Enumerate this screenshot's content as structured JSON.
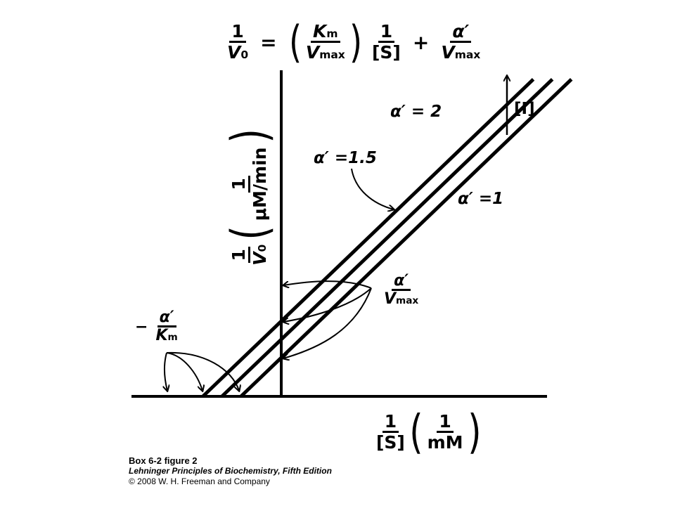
{
  "equation": {
    "lhs_num": "1",
    "lhs_den_main": "V",
    "lhs_den_sub": "0",
    "equals": "=",
    "t1_num_main": "K",
    "t1_num_sub": "m",
    "t1_den_main": "V",
    "t1_den_sub": "max",
    "t2_num": "1",
    "t2_den": "[S]",
    "plus": "+",
    "t3_num": "α′",
    "t3_den_main": "V",
    "t3_den_sub": "max"
  },
  "yaxis": {
    "num": "1",
    "den_main": "V",
    "den_sub": "0",
    "unit_num": "1",
    "unit_den": "μM/min"
  },
  "xaxis": {
    "num": "1",
    "den": "[S]",
    "unit_num": "1",
    "unit_den": "mM"
  },
  "annotations": {
    "alpha2": "α′ = 2",
    "alpha15": "α′ =1.5",
    "alpha1": "α′ =1",
    "inhibitor": "[I]",
    "yint_num": "α′",
    "yint_den_main": "V",
    "yint_den_sub": "max",
    "xint_minus": "−",
    "xint_num": "α′",
    "xint_den_main": "K",
    "xint_den_sub": "m"
  },
  "caption": {
    "line1": "Box 6-2 figure 2",
    "line2": "Lehninger Principles of Biochemistry, Fifth Edition",
    "line3": "© 2008 W. H. Freeman and Company"
  },
  "chart_data": {
    "type": "line",
    "title": "",
    "xlabel": "1/[S] (1/mM)",
    "ylabel": "1/V0 (1/(μM/min))",
    "grid": false,
    "note": "Lineweaver-Burk double-reciprocal plot, uncompetitive inhibition; parallel lines",
    "series": [
      {
        "name": "α′ = 2",
        "alpha": 2
      },
      {
        "name": "α′ =1.5",
        "alpha": 1.5
      },
      {
        "name": "α′ =1",
        "alpha": 1
      }
    ],
    "colors": {
      "line": "#000000",
      "background": "#ffffff"
    }
  }
}
